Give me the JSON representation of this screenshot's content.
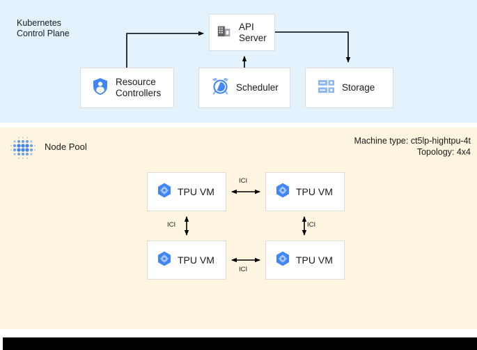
{
  "control_plane": {
    "title": "Kubernetes\nControl Plane",
    "background_color": "#e3f2fd",
    "nodes": [
      {
        "id": "api-server",
        "label": "API\nServer",
        "icon": "building-icon"
      },
      {
        "id": "resource-controllers",
        "label": "Resource\nControllers",
        "icon": "shield-person-icon"
      },
      {
        "id": "scheduler",
        "label": "Scheduler",
        "icon": "alarm-clock-icon"
      },
      {
        "id": "storage",
        "label": "Storage",
        "icon": "storage-server-icon"
      }
    ],
    "edges": [
      {
        "from": "resource-controllers",
        "to": "api-server",
        "direction": "one-way"
      },
      {
        "from": "scheduler",
        "to": "api-server",
        "direction": "one-way"
      },
      {
        "from": "api-server",
        "to": "storage",
        "direction": "one-way"
      }
    ]
  },
  "node_pool": {
    "title": "Node Pool",
    "icon": "dot-matrix-icon",
    "background_color": "#fdf5e0",
    "machine_type": "Machine type: ct5lp-hightpu-4t",
    "topology": "Topology: 4x4",
    "vms": [
      {
        "id": "tpu-vm-0",
        "label": "TPU VM",
        "icon": "tpu-hexagon-icon"
      },
      {
        "id": "tpu-vm-1",
        "label": "TPU VM",
        "icon": "tpu-hexagon-icon"
      },
      {
        "id": "tpu-vm-2",
        "label": "TPU VM",
        "icon": "tpu-hexagon-icon"
      },
      {
        "id": "tpu-vm-3",
        "label": "TPU VM",
        "icon": "tpu-hexagon-icon"
      }
    ],
    "links": [
      {
        "id": "ici-top",
        "label": "ICI",
        "between": [
          "tpu-vm-0",
          "tpu-vm-1"
        ],
        "direction": "bidirectional",
        "orientation": "horizontal"
      },
      {
        "id": "ici-bottom",
        "label": "ICI",
        "between": [
          "tpu-vm-2",
          "tpu-vm-3"
        ],
        "direction": "bidirectional",
        "orientation": "horizontal"
      },
      {
        "id": "ici-left",
        "label": "ICI",
        "between": [
          "tpu-vm-0",
          "tpu-vm-2"
        ],
        "direction": "bidirectional",
        "orientation": "vertical"
      },
      {
        "id": "ici-right",
        "label": "ICI",
        "between": [
          "tpu-vm-1",
          "tpu-vm-3"
        ],
        "direction": "bidirectional",
        "orientation": "vertical"
      }
    ]
  },
  "colors": {
    "accent_blue": "#4285f4",
    "icon_gray": "#5f6368",
    "panel_blue": "#e3f2fd",
    "panel_beige": "#fdf5e0",
    "box_border": "#dcdcdc",
    "bar_black": "#000000"
  }
}
